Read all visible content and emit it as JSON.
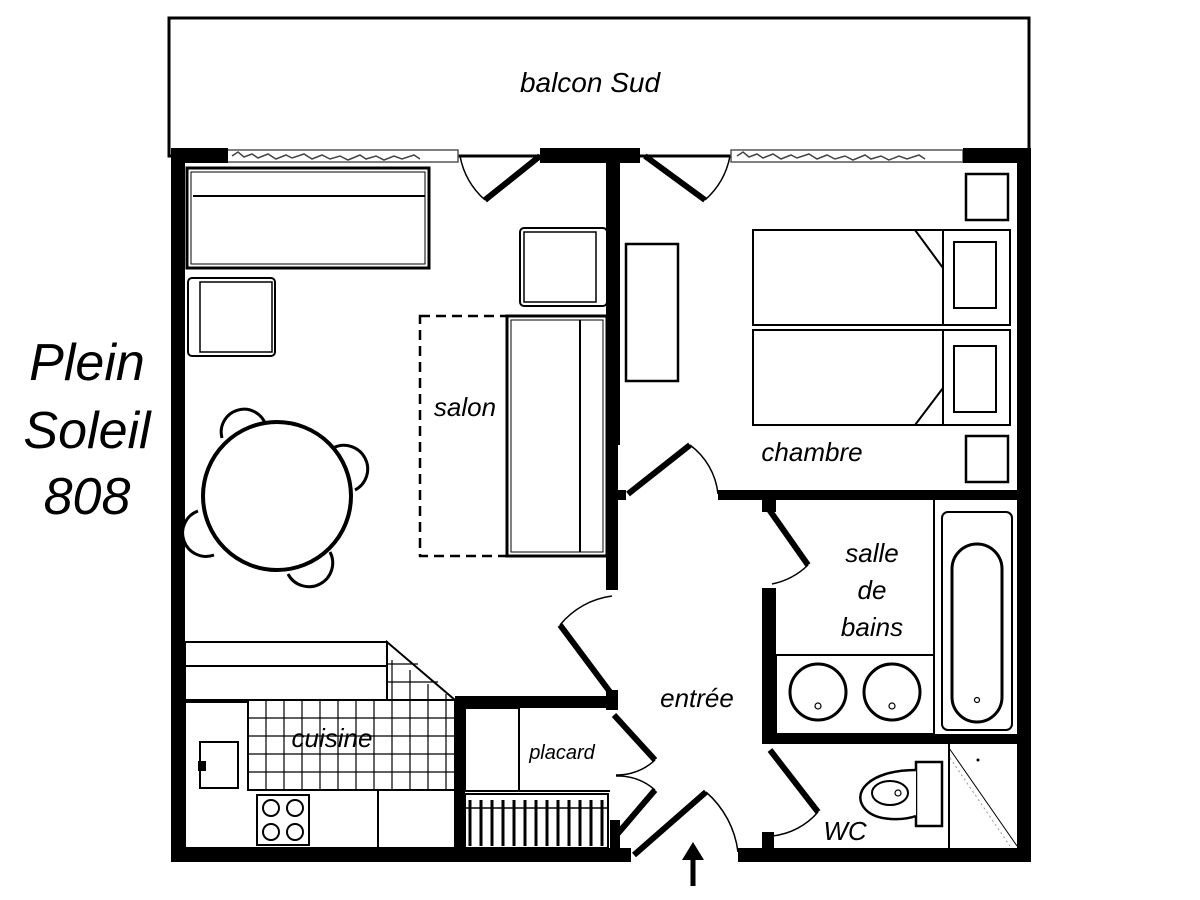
{
  "title": {
    "line1": "Plein",
    "line2": "Soleil",
    "line3": "808"
  },
  "rooms": {
    "balcony": "balcon  Sud",
    "living": "salon",
    "bedroom": "chambre",
    "bathroom_line1": "salle",
    "bathroom_line2": "de",
    "bathroom_line3": "bains",
    "entrance": "entrée",
    "kitchen": "cuisine",
    "closet": "placard",
    "toilet": "WC"
  }
}
